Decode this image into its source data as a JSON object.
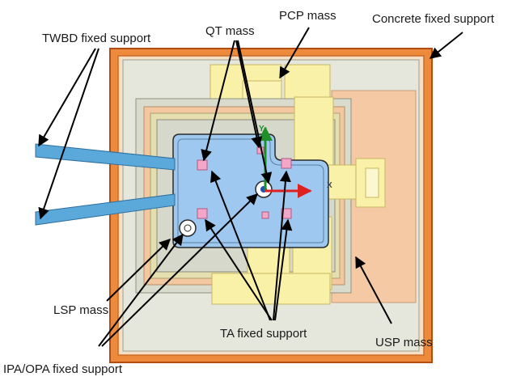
{
  "labels": {
    "twbd": "TWBD fixed support",
    "qt": "QT mass",
    "pcp": "PCP mass",
    "concrete": "Concrete fixed support",
    "lsp": "LSP mass",
    "ta": "TA fixed support",
    "usp": "USP mass",
    "ipa_opa": "IPA/OPA fixed support"
  },
  "axes": {
    "y": "Y",
    "x": "X"
  },
  "colors": {
    "concrete": "#ee8a3c",
    "concrete_dark": "#b24d12",
    "usp_fill": "#e8e8dc",
    "peach": "#f4c79c",
    "yellow": "#f9f1a8",
    "yellow_edge": "#c8b860",
    "khaki": "#ddd6a3",
    "grey": "#dcdcd4",
    "blue_plate": "#9ec8ef",
    "blue_beam": "#5ba8db",
    "pink": "#f4a6c8",
    "arrow": "#000000"
  }
}
